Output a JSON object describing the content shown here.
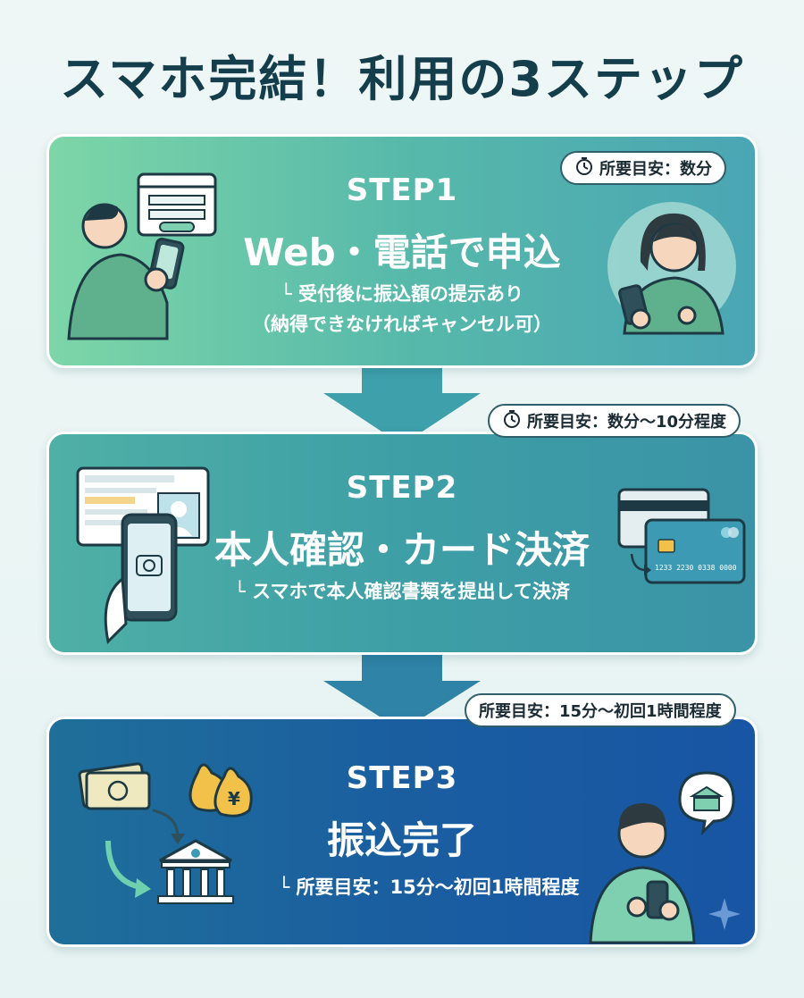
{
  "title": "スマホ完結！利用の3ステップ",
  "steps": [
    {
      "label": "STEP1",
      "title": "Web・電話で申込",
      "note_line1": "└ 受付後に振込額の提示あり",
      "note_line2": "（納得できなければキャンセル可）",
      "badge": "所要目安：数分",
      "badge_icon": "clock-icon"
    },
    {
      "label": "STEP2",
      "title": "本人確認・カード決済",
      "note_line1": "└ スマホで本人確認書類を提出して決済",
      "badge": "所要目安：数分〜10分程度",
      "badge_icon": "clock-icon",
      "card_number": "1233 2230 0338 0000"
    },
    {
      "label": "STEP3",
      "title": "振込完了",
      "note_line1": "└ 所要目安：15分〜初回1時間程度",
      "badge": "所要目安：15分〜初回1時間程度",
      "yen_symbol": "¥"
    }
  ],
  "colors": {
    "title": "#143e4c",
    "step1": "#57b9aa",
    "step2": "#3e9fa6",
    "step3": "#1a5ea0",
    "arrow": "#3a93a6"
  }
}
